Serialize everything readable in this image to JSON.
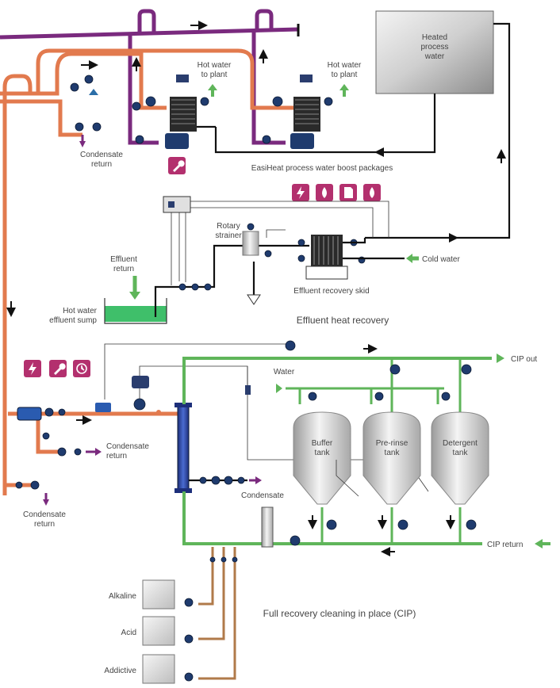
{
  "sections": {
    "process_water_title": "EasiHeat process water boost packages",
    "effluent_title": "Effluent heat recovery",
    "cip_title": "Full recovery cleaning in place (CIP)"
  },
  "labels": {
    "heated_tank": [
      "Heated",
      "process",
      "water"
    ],
    "hot_water_to_plant_1": [
      "Hot water",
      "to plant"
    ],
    "hot_water_to_plant_2": [
      "Hot water",
      "to plant"
    ],
    "condensate_return_top": [
      "Condensate",
      "return"
    ],
    "rotary_strainer": [
      "Rotary",
      "strainer"
    ],
    "effluent_return": [
      "Effluent",
      "return"
    ],
    "hot_water_effluent_sump": [
      "Hot water",
      "effluent sump"
    ],
    "cold_water": "Cold water",
    "effluent_recovery_skid": "Effluent recovery skid",
    "cip_out": "CIP out",
    "water": "Water",
    "buffer_tank": [
      "Buffer",
      "tank"
    ],
    "prerinse_tank": [
      "Pre-rinse",
      "tank"
    ],
    "detergent_tank": [
      "Detergent",
      "tank"
    ],
    "condensate_return_mid": [
      "Condensate",
      "return"
    ],
    "condensate": "Condensate",
    "condensate_return_bottom": [
      "Condensate",
      "return"
    ],
    "cip_return": "CIP return",
    "alkaline": "Alkaline",
    "acid": "Acid",
    "addictive": "Addictive"
  },
  "icons": {
    "top_badges": [
      "wrench-icon"
    ],
    "effluent_badges": [
      "lightning-icon",
      "drop-icon",
      "document-icon",
      "drop-icon"
    ],
    "cip_badges": [
      "lightning-icon",
      "wrench-icon",
      "clock-icon"
    ]
  },
  "colors": {
    "steam": "#7a2a7e",
    "condensate": "#e27a4e",
    "cip_line": "#5fb55a",
    "chemical_line": "#b07a4a",
    "badge": "#b3306e",
    "sump_water": "#3fbf6a"
  }
}
